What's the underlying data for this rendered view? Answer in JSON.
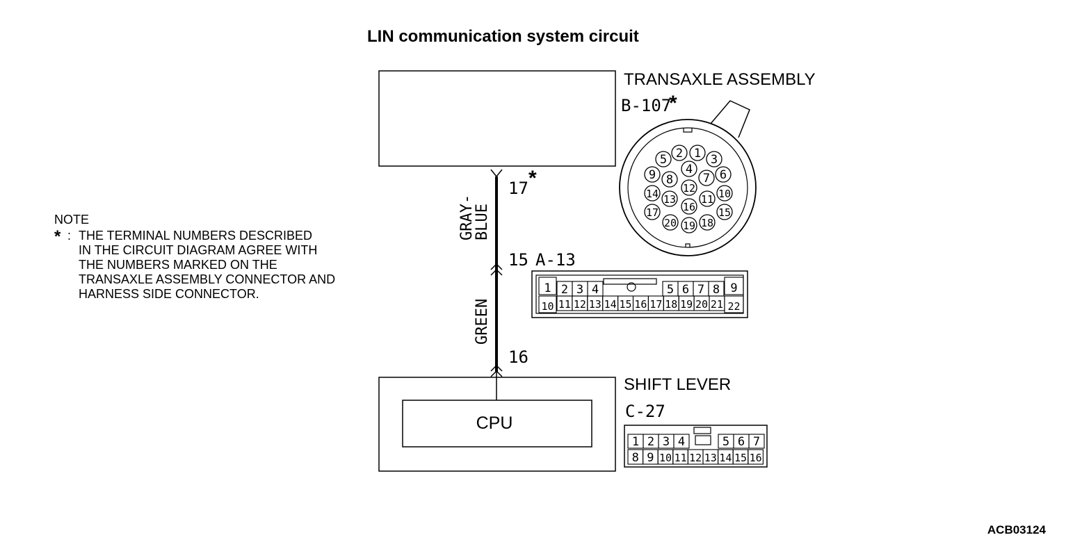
{
  "title": "LIN communication system circuit",
  "figure_id": "ACB03124",
  "transaxle": {
    "label": "TRANSAXLE ASSEMBLY",
    "connector": "B-107",
    "star": "*",
    "terminal": "17",
    "terminal_star": "*"
  },
  "junction": {
    "connector": "A-13",
    "terminal": "15"
  },
  "shift_lever": {
    "label": "SHIFT LEVER",
    "connector": "C-27",
    "terminal": "16",
    "cpu_label": "CPU"
  },
  "wires": {
    "upper": [
      "GRAY-",
      "BLUE"
    ],
    "lower": "GREEN"
  },
  "note": {
    "heading": "NOTE",
    "star": "*",
    "colon": ":",
    "lines": [
      "THE TERMINAL NUMBERS DESCRIBED",
      "IN THE CIRCUIT DIAGRAM AGREE WITH",
      "THE NUMBERS MARKED ON THE",
      "TRANSAXLE ASSEMBLY CONNECTOR AND",
      "HARNESS SIDE CONNECTOR."
    ]
  },
  "b107_pins": [
    "1",
    "2",
    "3",
    "4",
    "5",
    "6",
    "7",
    "8",
    "9",
    "10",
    "11",
    "12",
    "13",
    "14",
    "15",
    "16",
    "17",
    "18",
    "19",
    "20"
  ],
  "a13_pins": {
    "top_left": "1",
    "top": [
      "2",
      "3",
      "4"
    ],
    "top_right": [
      "5",
      "6",
      "7",
      "8"
    ],
    "top_end": "9",
    "bottom_left": "10",
    "bottom": [
      "11",
      "12",
      "13",
      "14",
      "15",
      "16",
      "17",
      "18",
      "19",
      "20",
      "21"
    ],
    "bottom_end": "22"
  },
  "c27_pins": {
    "top_left": [
      "1",
      "2",
      "3",
      "4"
    ],
    "top_right": [
      "5",
      "6",
      "7"
    ],
    "bottom": [
      "8",
      "9",
      "10",
      "11",
      "12",
      "13",
      "14",
      "15",
      "16"
    ]
  }
}
